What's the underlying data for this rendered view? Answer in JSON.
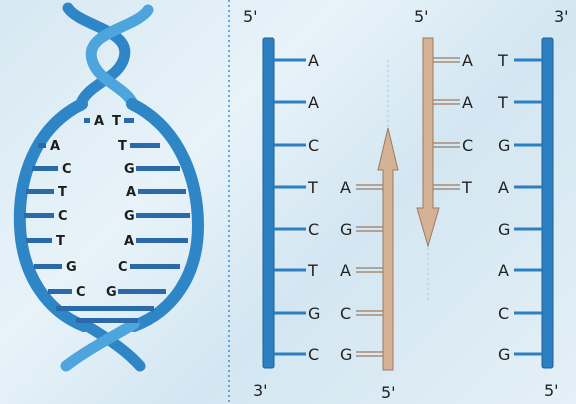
{
  "helix": {
    "left_bases": [
      "A",
      "A",
      "C",
      "T",
      "C",
      "T",
      "G",
      "C"
    ],
    "right_bases": [
      "T",
      "T",
      "G",
      "A",
      "G",
      "A",
      "C",
      "G"
    ]
  },
  "strand_labels": {
    "top_left": "5'",
    "top_mid": "5'",
    "top_right": "3'",
    "bottom_left": "3'",
    "bottom_mid": "5'",
    "bottom_right": "5'"
  },
  "template_strand_left": [
    "A",
    "A",
    "C",
    "T",
    "C",
    "T",
    "G",
    "C"
  ],
  "new_strand_left": [
    "",
    "",
    "",
    "A",
    "G",
    "A",
    "C",
    "G"
  ],
  "new_strand_right": [
    "A",
    "A",
    "C",
    "T"
  ],
  "template_strand_right": [
    "T",
    "T",
    "G",
    "A",
    "G",
    "A",
    "C",
    "G"
  ],
  "colors": {
    "template": "#2c7fc0",
    "template_dark": "#1d5f97",
    "new_strand": "#d5b295",
    "new_strand_edge": "#9c7a5f",
    "rung": "#2a6aa8",
    "divider": "#3f8fd0"
  }
}
